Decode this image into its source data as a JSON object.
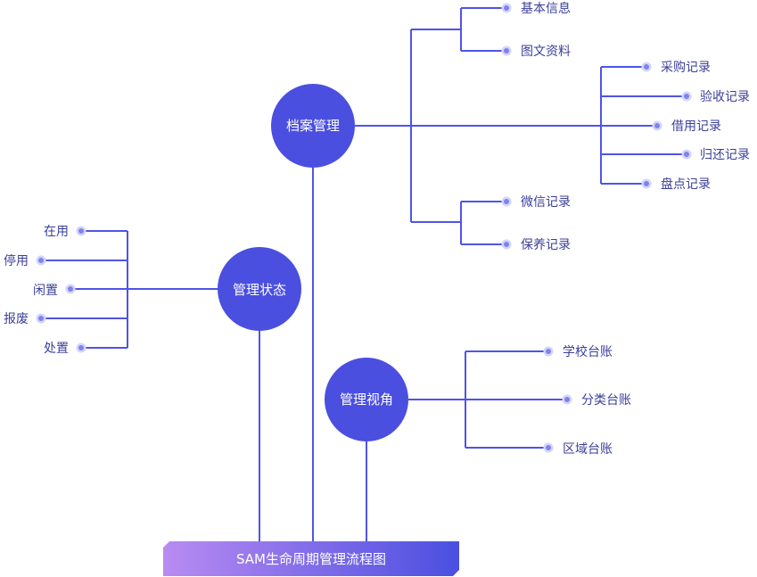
{
  "title": "SAM生命周期管理流程图",
  "colors": {
    "line": "#4f54e6",
    "hub": "#4a4fe0",
    "dot": "#7f83ee",
    "dot_ring": "#d3d5fb",
    "label": "#3b3f99",
    "banner_start": "#b98bf2",
    "banner_end": "#4a4fe0"
  },
  "hubs": {
    "archive": {
      "label": "档案管理",
      "children": [
        "基本信息",
        "图文资料",
        "微信记录",
        "保养记录"
      ],
      "records": [
        "采购记录",
        "验收记录",
        "借用记录",
        "归还记录",
        "盘点记录"
      ]
    },
    "status": {
      "label": "管理状态",
      "children": [
        "在用",
        "停用",
        "闲置",
        "报废",
        "处置"
      ]
    },
    "view": {
      "label": "管理视角",
      "children": [
        "学校台账",
        "分类台账",
        "区域台账"
      ]
    }
  }
}
